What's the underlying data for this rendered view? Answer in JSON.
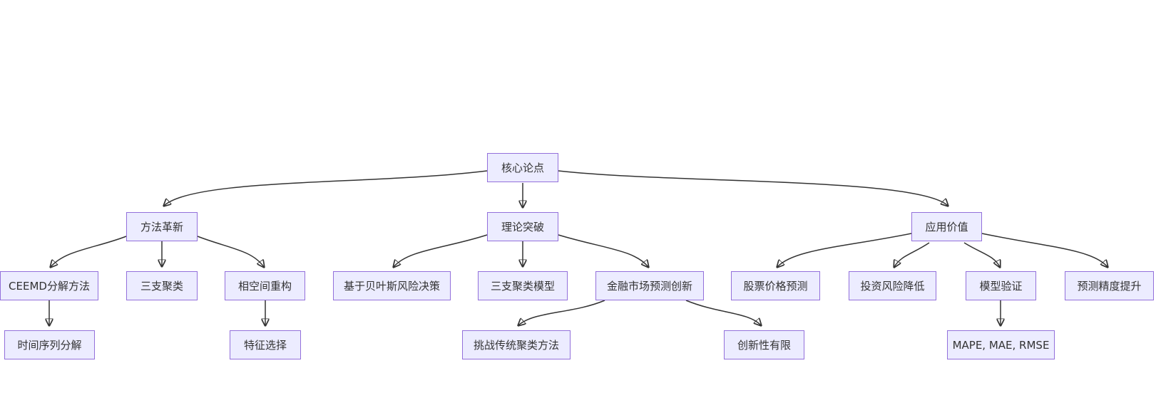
{
  "diagram": {
    "type": "flowchart-top-down",
    "background_color": "#ffffff",
    "node_fill_color": "#ECECFF",
    "node_border_color": "#9370DB",
    "node_text_color": "#333333",
    "edge_color": "#333333",
    "nodes": [
      {
        "id": "core-thesis",
        "label": "核心论点"
      },
      {
        "id": "method-innovation",
        "label": "方法革新"
      },
      {
        "id": "theory-breakthrough",
        "label": "理论突破"
      },
      {
        "id": "application-value",
        "label": "应用价值"
      },
      {
        "id": "ceemd-decomposition",
        "label": "CEEMD分解方法"
      },
      {
        "id": "three-way-clustering",
        "label": "三支聚类"
      },
      {
        "id": "phase-space-reconstruction",
        "label": "相空间重构"
      },
      {
        "id": "bayesian-risk-decision",
        "label": "基于贝叶斯风险决策"
      },
      {
        "id": "three-way-clustering-model",
        "label": "三支聚类模型"
      },
      {
        "id": "financial-market-forecast-innovation",
        "label": "金融市场预测创新"
      },
      {
        "id": "stock-price-prediction",
        "label": "股票价格预测"
      },
      {
        "id": "investment-risk-reduction",
        "label": "投资风险降低"
      },
      {
        "id": "model-validation",
        "label": "模型验证"
      },
      {
        "id": "forecast-precision-improvement",
        "label": "预测精度提升"
      },
      {
        "id": "time-series-decomposition",
        "label": "时间序列分解"
      },
      {
        "id": "feature-selection",
        "label": "特征选择"
      },
      {
        "id": "challenge-traditional-clustering",
        "label": "挑战传统聚类方法"
      },
      {
        "id": "limited-innovation",
        "label": "创新性有限"
      },
      {
        "id": "metrics",
        "label": "MAPE, MAE, RMSE"
      }
    ],
    "edges": [
      {
        "from": "core-thesis",
        "to": "method-innovation"
      },
      {
        "from": "core-thesis",
        "to": "theory-breakthrough"
      },
      {
        "from": "core-thesis",
        "to": "application-value"
      },
      {
        "from": "method-innovation",
        "to": "ceemd-decomposition"
      },
      {
        "from": "method-innovation",
        "to": "three-way-clustering"
      },
      {
        "from": "method-innovation",
        "to": "phase-space-reconstruction"
      },
      {
        "from": "theory-breakthrough",
        "to": "bayesian-risk-decision"
      },
      {
        "from": "theory-breakthrough",
        "to": "three-way-clustering-model"
      },
      {
        "from": "theory-breakthrough",
        "to": "financial-market-forecast-innovation"
      },
      {
        "from": "application-value",
        "to": "stock-price-prediction"
      },
      {
        "from": "application-value",
        "to": "investment-risk-reduction"
      },
      {
        "from": "application-value",
        "to": "model-validation"
      },
      {
        "from": "application-value",
        "to": "forecast-precision-improvement"
      },
      {
        "from": "ceemd-decomposition",
        "to": "time-series-decomposition"
      },
      {
        "from": "phase-space-reconstruction",
        "to": "feature-selection"
      },
      {
        "from": "financial-market-forecast-innovation",
        "to": "challenge-traditional-clustering"
      },
      {
        "from": "financial-market-forecast-innovation",
        "to": "limited-innovation"
      },
      {
        "from": "model-validation",
        "to": "metrics"
      }
    ]
  }
}
